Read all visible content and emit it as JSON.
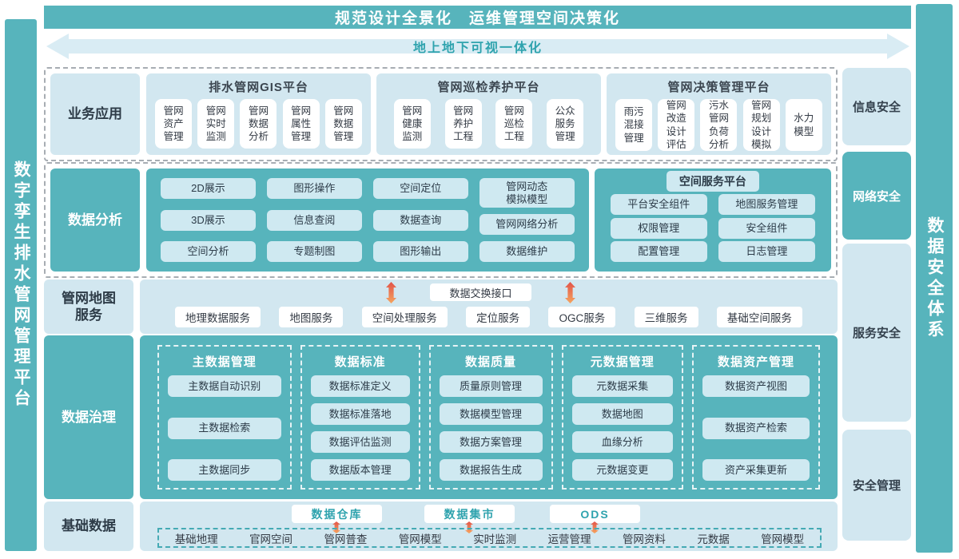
{
  "colors": {
    "teal": "#57b4bc",
    "light-panel": "#d2e7f0",
    "arrow-bg": "#d9ecf4",
    "pill": "#cfe9f1",
    "teal-text": "#2fa3ae",
    "orange1": "#e25449",
    "orange2": "#f5a55f"
  },
  "banner": {
    "title": "规范设计全景化　运维管理空间决策化"
  },
  "arrow_banner": {
    "label": "地上地下可视一体化"
  },
  "left_bar": {
    "label": "数字孪生排水管网管理平台"
  },
  "right_bar": {
    "label": "数据安全体系"
  },
  "security_column": {
    "items": [
      {
        "label": "信息安全"
      },
      {
        "label": "网络安全"
      },
      {
        "label": "服务安全"
      },
      {
        "label": "安全管理"
      }
    ]
  },
  "app_row": {
    "label": "业务应用",
    "groups": [
      {
        "title": "排水管网GIS平台",
        "items": [
          "管网\n资产\n管理",
          "管网\n实时\n监测",
          "管网\n数据\n分析",
          "管网\n属性\n管理",
          "管网\n数据\n管理"
        ]
      },
      {
        "title": "管网巡检养护平台",
        "items": [
          "管网\n健康\n监测",
          "管网\n养护\n工程",
          "管网\n巡检\n工程",
          "公众\n服务\n管理"
        ]
      },
      {
        "title": "管网决策管理平台",
        "items": [
          "雨污\n混接\n管理",
          "管网\n改造\n设计\n评估",
          "污水\n管网\n负荷\n分析",
          "管网\n规划\n设计\n模拟",
          "水力\n模型"
        ]
      }
    ]
  },
  "analysis_row": {
    "label": "数据分析",
    "columns": [
      [
        "2D展示",
        "3D展示",
        "空间分析"
      ],
      [
        "图形操作",
        "信息查阅",
        "专题制图"
      ],
      [
        "空间定位",
        "数据查询",
        "图形输出"
      ],
      [
        "管网动态\n模拟模型",
        "管网网络分析",
        "数据维护"
      ]
    ],
    "service_platform": {
      "title": "空间服务平台",
      "columns": [
        [
          "平台安全组件",
          "权限管理",
          "配置管理"
        ],
        [
          "地图服务管理",
          "安全组件",
          "日志管理"
        ]
      ]
    }
  },
  "map_row": {
    "label": "管网地图\n服务",
    "exchange": "数据交换接口",
    "services": [
      "地理数据服务",
      "地图服务",
      "空间处理服务",
      "定位服务",
      "OGC服务",
      "三维服务",
      "基础空间服务"
    ]
  },
  "governance_row": {
    "label": "数据治理",
    "groups": [
      {
        "title": "主数据管理",
        "items": [
          "主数据自动识别",
          "主数据检索",
          "主数据同步"
        ]
      },
      {
        "title": "数据标准",
        "items": [
          "数据标准定义",
          "数据标准落地",
          "数据评估监测",
          "数据版本管理"
        ]
      },
      {
        "title": "数据质量",
        "items": [
          "质量原则管理",
          "数据模型管理",
          "数据方案管理",
          "数据报告生成"
        ]
      },
      {
        "title": "元数据管理",
        "items": [
          "元数据采集",
          "数据地图",
          "血缘分析",
          "元数据变更"
        ]
      },
      {
        "title": "数据资产管理",
        "items": [
          "数据资产视图",
          "数据资产检索",
          "资产采集更新"
        ]
      }
    ]
  },
  "base_row": {
    "label": "基础数据",
    "stores": [
      "数据仓库",
      "数据集市",
      "ODS"
    ],
    "sources": [
      "基础地理",
      "官网空间",
      "管网普查",
      "管网模型",
      "实时监测",
      "运营管理",
      "管网资料",
      "元数据",
      "管网模型"
    ]
  }
}
